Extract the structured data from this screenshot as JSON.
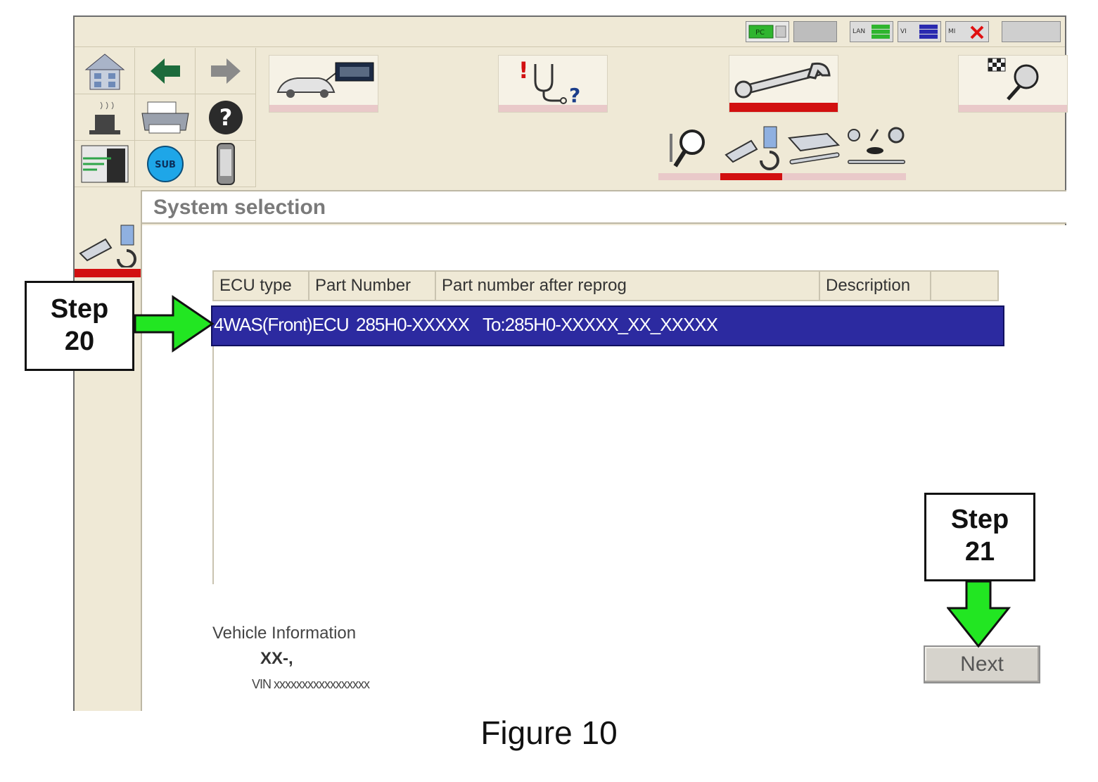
{
  "status_indicators": [
    {
      "label": "PC"
    },
    {
      "label": ""
    },
    {
      "label": "LAN"
    },
    {
      "label": "VI"
    },
    {
      "label": "MI"
    },
    {
      "label": ""
    }
  ],
  "toolbar": {
    "home_icon": "home-icon",
    "back_icon": "back-arrow-icon",
    "forward_icon": "forward-arrow-icon",
    "coffee_icon": "coffee-cup-icon",
    "print_icon": "printer-icon",
    "help_icon": "help-icon",
    "screen_icon": "screen-capture-icon",
    "sub_label": "SUB",
    "phone_icon": "phone-icon"
  },
  "tabs": [
    {
      "name": "vehicle-ecu-tab",
      "icon": "car-monitor-icon"
    },
    {
      "name": "diagnosis-tab",
      "icon": "stethoscope-icon"
    },
    {
      "name": "repair-tab",
      "icon": "wrench-icon",
      "active": true
    },
    {
      "name": "sport-tab",
      "icon": "checkered-flag-icon"
    }
  ],
  "subtabs": [
    {
      "name": "search-tab",
      "icon": "magnifier-icon"
    },
    {
      "name": "reprogramming-tab",
      "icon": "reprogram-icon",
      "active": true
    },
    {
      "name": "programming-tab",
      "icon": "ecu-wrench-icon"
    },
    {
      "name": "settings-tab",
      "icon": "tools-icon"
    }
  ],
  "page": {
    "title": "System selection"
  },
  "table": {
    "columns": [
      "ECU type",
      "Part Number",
      "Part number after reprog",
      "Description"
    ],
    "rows": [
      {
        "ecu_type": "4WAS(Front)ECU",
        "part_number": "285H0-XXXXX",
        "part_after": "To:285H0-XXXXX_XX_XXXXX",
        "description": ""
      }
    ]
  },
  "vehicle_info": {
    "heading": "Vehicle Information",
    "model": "XX-,",
    "vin": "VIN xxxxxxxxxxxxxxxxx"
  },
  "buttons": {
    "next": "Next"
  },
  "callouts": {
    "step20_line1": "Step",
    "step20_line2": "20",
    "step21_line1": "Step",
    "step21_line2": "21"
  },
  "figure_caption": "Figure 10",
  "colors": {
    "accent_red": "#d21010",
    "selection_blue": "#2c2aa0",
    "arrow_green": "#22e622"
  }
}
